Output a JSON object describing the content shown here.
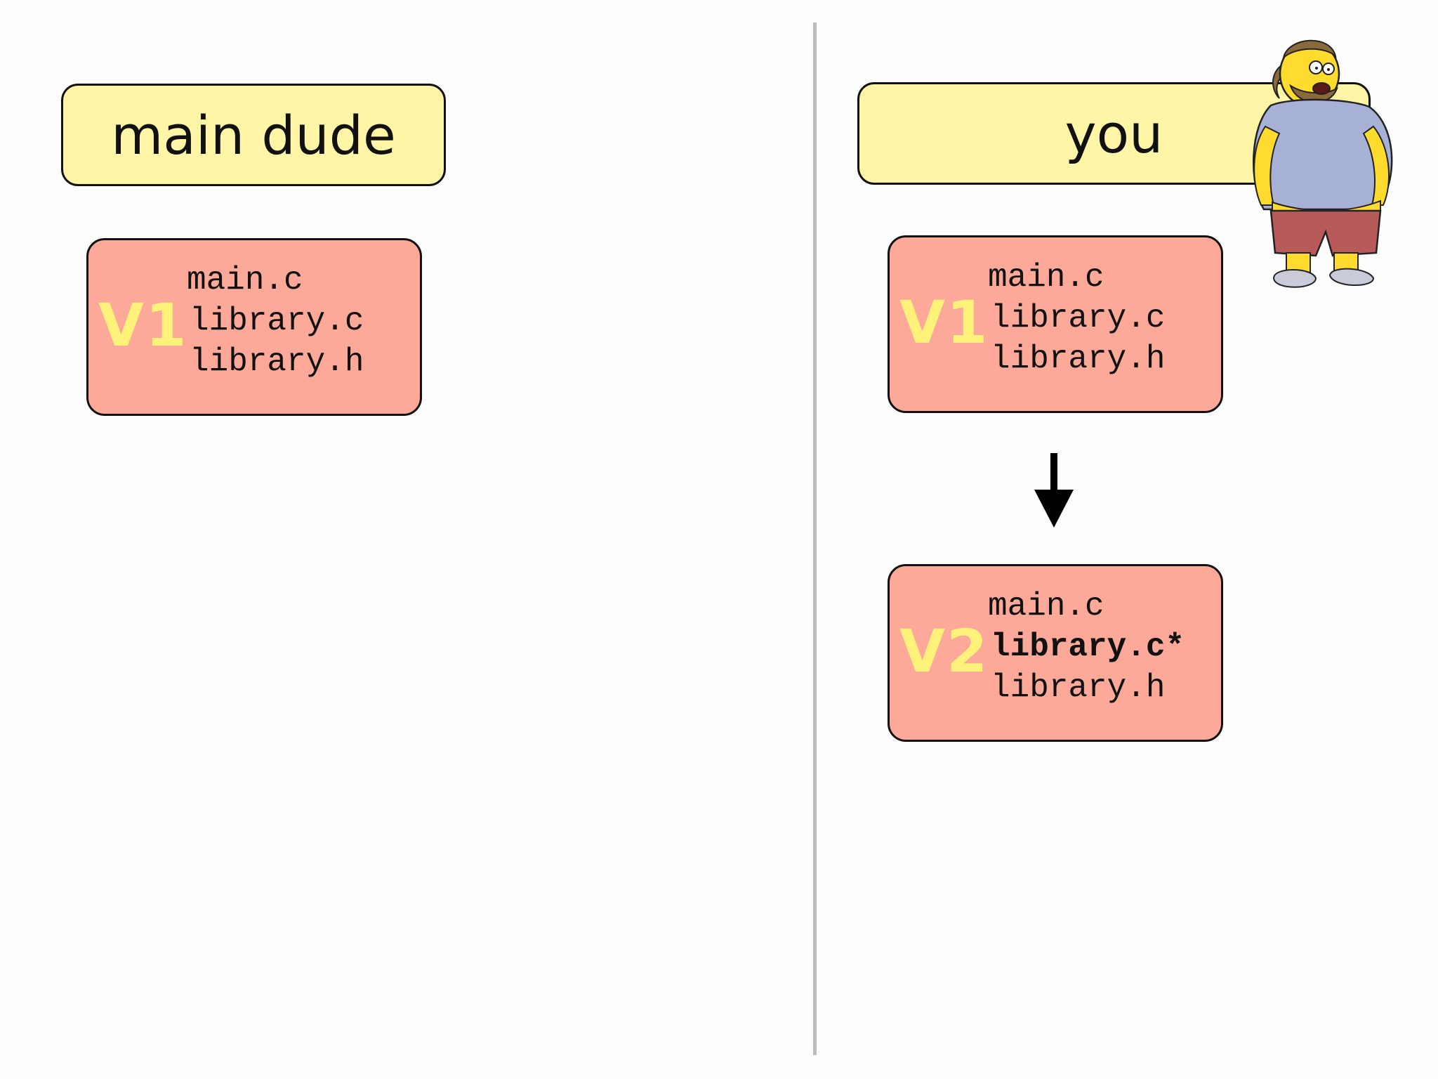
{
  "left_column": {
    "title": "main dude",
    "version": {
      "tag": "V1",
      "files": [
        "main.c",
        "library.c",
        "library.h"
      ]
    }
  },
  "right_column": {
    "title": "you",
    "version_before": {
      "tag": "V1",
      "files": [
        "main.c",
        "library.c",
        "library.h"
      ]
    },
    "version_after": {
      "tag": "V2",
      "files": [
        "main.c",
        "library.c*",
        "library.h"
      ],
      "modified_file_index": 1
    }
  },
  "colors": {
    "label_fill": "#fff5a6",
    "version_fill": "#fca99a",
    "version_tag": "#fff27a",
    "divider": "#bdbdbd"
  },
  "icons": {
    "arrow": "down-arrow-icon",
    "character": "comic-book-guy-cartoon"
  }
}
